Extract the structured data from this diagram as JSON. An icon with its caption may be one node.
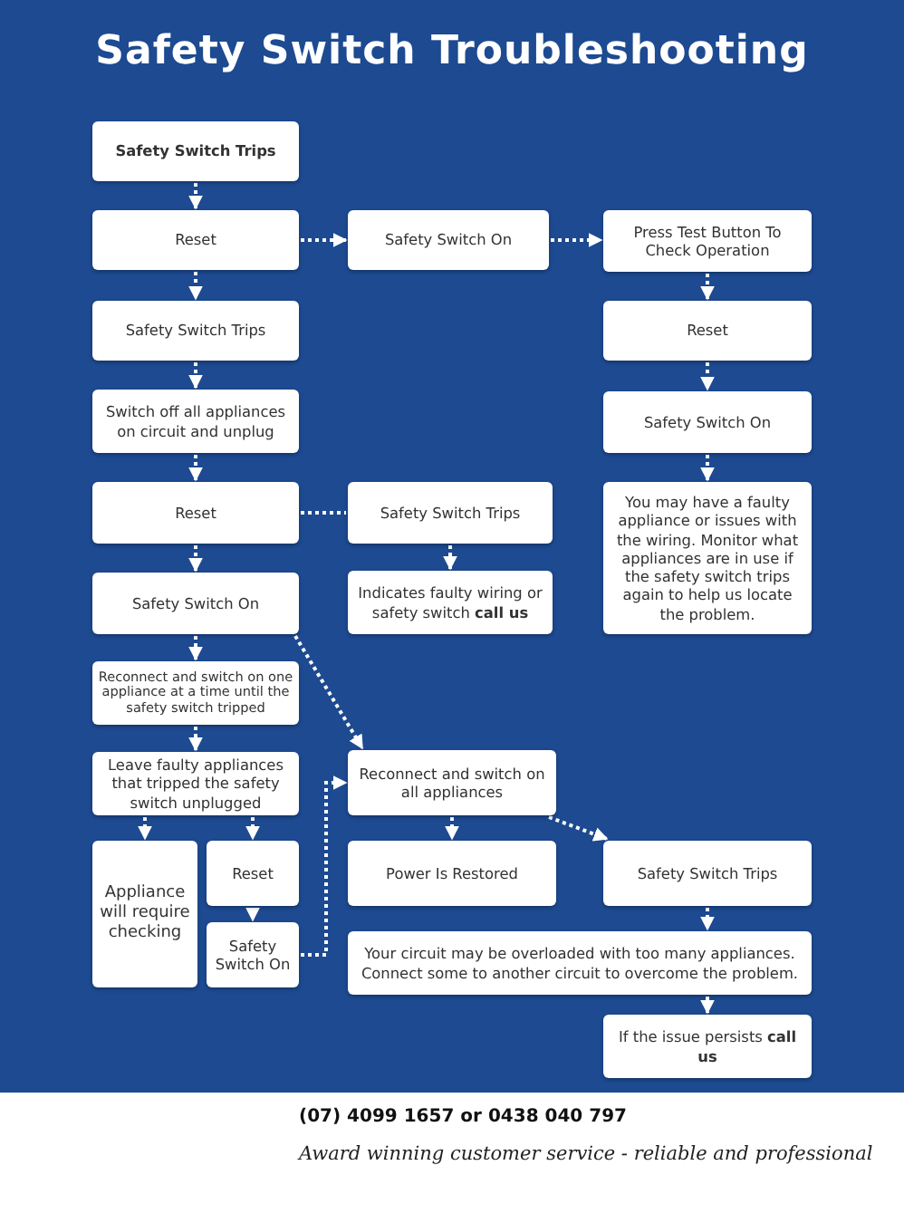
{
  "diagram": {
    "title": "Safety Switch Troubleshooting",
    "nodes": [
      {
        "text": [
          "Safety Switch Trips"
        ]
      },
      {
        "text": [
          "Reset"
        ]
      },
      {
        "text": [
          "Safety Switch On"
        ]
      },
      {
        "text": [
          "Press Test Button To Check Operation"
        ]
      },
      {
        "text": [
          "Safety Switch Trips"
        ]
      },
      {
        "text": [
          "Reset"
        ]
      },
      {
        "text": [
          "Switch off all appliances on circuit and unplug"
        ]
      },
      {
        "text": [
          "Safety Switch On"
        ]
      },
      {
        "text": [
          "Reset"
        ]
      },
      {
        "text": [
          "Safety Switch Trips"
        ]
      },
      {
        "text": [
          "You may have a faulty appliance or issues with the wiring. Monitor what appliances are in use if the safety switch trips again to help us locate the problem."
        ]
      },
      {
        "text": [
          "Safety Switch On"
        ]
      },
      {
        "text": [
          "Indicates faulty wiring or safety switch **call us**"
        ]
      },
      {
        "text": [
          "Reconnect and switch on one appliance at a time until the safety switch tripped"
        ]
      },
      {
        "text": [
          "Leave faulty appliances that tripped the safety switch unplugged"
        ]
      },
      {
        "text": [
          "Reconnect and switch on all appliances"
        ]
      },
      {
        "text": [
          "Appliance will require checking"
        ]
      },
      {
        "text": [
          "Reset"
        ]
      },
      {
        "text": [
          "Power Is Restored"
        ]
      },
      {
        "text": [
          "Safety Switch Trips"
        ]
      },
      {
        "text": [
          "Safety Switch On"
        ]
      },
      {
        "text": [
          "Your circuit may be overloaded with too many appliances. Connect some to another circuit to overcome the problem."
        ]
      },
      {
        "text": [
          "If the issue persists **call us**"
        ]
      }
    ],
    "edges": [
      {
        "from": 0,
        "to": 1,
        "arrow": "to"
      },
      {
        "from": 1,
        "to": 2,
        "arrow": "to"
      },
      {
        "from": 2,
        "to": 3,
        "arrow": "to"
      },
      {
        "from": 1,
        "to": 4,
        "arrow": "to"
      },
      {
        "from": 3,
        "to": 5,
        "arrow": "to"
      },
      {
        "from": 4,
        "to": 6,
        "arrow": "to"
      },
      {
        "from": 5,
        "to": 7,
        "arrow": "to"
      },
      {
        "from": 6,
        "to": 8,
        "arrow": "to"
      },
      {
        "from": 7,
        "to": 10,
        "arrow": "to"
      },
      {
        "from": 8,
        "to": 9,
        "arrow": "none"
      },
      {
        "from": 8,
        "to": 11,
        "arrow": "to"
      },
      {
        "from": 9,
        "to": 12,
        "arrow": "to"
      },
      {
        "from": 11,
        "to": 13,
        "arrow": "to"
      },
      {
        "from": 11,
        "to": 15,
        "arrow": "to"
      },
      {
        "from": 13,
        "to": 14,
        "arrow": "to"
      },
      {
        "from": 14,
        "to": 16,
        "arrow": "to"
      },
      {
        "from": 14,
        "to": 17,
        "arrow": "to"
      },
      {
        "from": 17,
        "to": 20,
        "arrow": "to"
      },
      {
        "from": 20,
        "to": 15,
        "arrow": "to"
      },
      {
        "from": 15,
        "to": 18,
        "arrow": "to"
      },
      {
        "from": 15,
        "to": 19,
        "arrow": "to"
      },
      {
        "from": 19,
        "to": 21,
        "arrow": "to"
      },
      {
        "from": 21,
        "to": 22,
        "arrow": "to"
      }
    ],
    "labels": [
      "(07) 4099 1657 or 0438 040 797",
      "Award winning customer service - reliable and professional"
    ]
  }
}
